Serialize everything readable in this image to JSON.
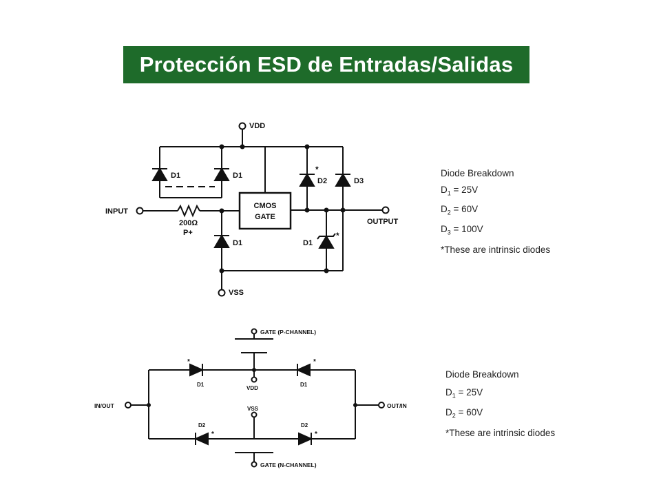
{
  "title": "Protección ESD de Entradas/Salidas",
  "colors": {
    "title_bg": "#1e6b2a",
    "title_fg": "#ffffff",
    "ink": "#111111"
  },
  "circuit1": {
    "vdd": "VDD",
    "vss": "VSS",
    "input": "INPUT",
    "output": "OUTPUT",
    "gate_line1": "CMOS",
    "gate_line2": "GATE",
    "resistor": "200Ω",
    "resistor_type": "P+",
    "d1": "D1",
    "d2": "D2",
    "d3": "D3",
    "star": "*"
  },
  "notes1": {
    "header": "Diode Breakdown",
    "d1": {
      "label": "D",
      "sub": "1",
      "value": " = 25V"
    },
    "d2": {
      "label": "D",
      "sub": "2",
      "value": " = 60V"
    },
    "d3": {
      "label": "D",
      "sub": "3",
      "value": " = 100V"
    },
    "footnote": "*These are intrinsic diodes"
  },
  "circuit2": {
    "gate_p": "GATE (P-CHANNEL)",
    "gate_n": "GATE (N-CHANNEL)",
    "in_out": "IN/OUT",
    "out_in": "OUT/IN",
    "vdd": "VDD",
    "vss": "VSS",
    "d1": "D1",
    "d2": "D2",
    "star": "*"
  },
  "notes2": {
    "header": "Diode Breakdown",
    "d1": {
      "label": "D",
      "sub": "1",
      "value": " = 25V"
    },
    "d2": {
      "label": "D",
      "sub": "2",
      "value": " = 60V"
    },
    "footnote": "*These are intrinsic diodes"
  }
}
